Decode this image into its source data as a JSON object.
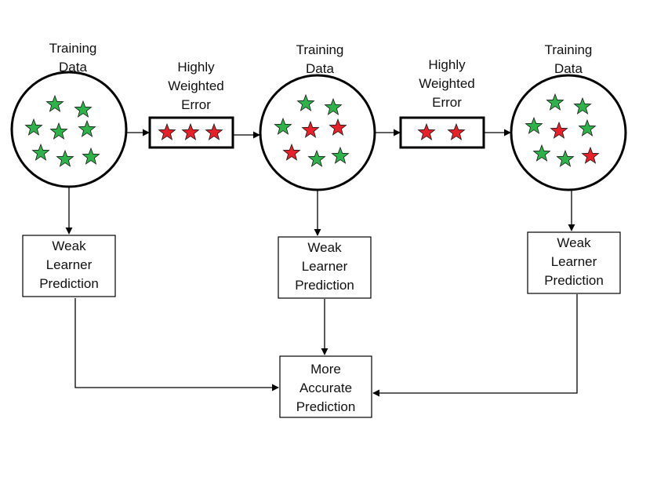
{
  "labels": {
    "training_data_1": "Training\nData",
    "training_data_2": "Training\nData",
    "training_data_3": "Training\nData",
    "error_1": "Highly\nWeighted\nError",
    "error_2": "Highly\nWeighted\nError",
    "weak_1": "Weak\nLearner\nPrediction",
    "weak_2": "Weak\nLearner\nPrediction",
    "weak_3": "Weak\nLearner\nPrediction",
    "final": "More\nAccurate\nPrediction"
  },
  "colors": {
    "correct_star": "#2eb24a",
    "error_star": "#e8202a",
    "stroke": "#000000"
  },
  "circles": [
    {
      "stars": [
        "green",
        "green",
        "green",
        "green",
        "green",
        "green",
        "green",
        "green",
        "green"
      ]
    },
    {
      "stars": [
        "green",
        "green",
        "green",
        "red",
        "red",
        "red",
        "green",
        "green"
      ]
    },
    {
      "stars": [
        "green",
        "green",
        "green",
        "red",
        "green",
        "green",
        "green",
        "red"
      ]
    }
  ],
  "error_boxes": [
    {
      "stars": [
        "red",
        "red",
        "red"
      ]
    },
    {
      "stars": [
        "red",
        "red"
      ]
    }
  ]
}
